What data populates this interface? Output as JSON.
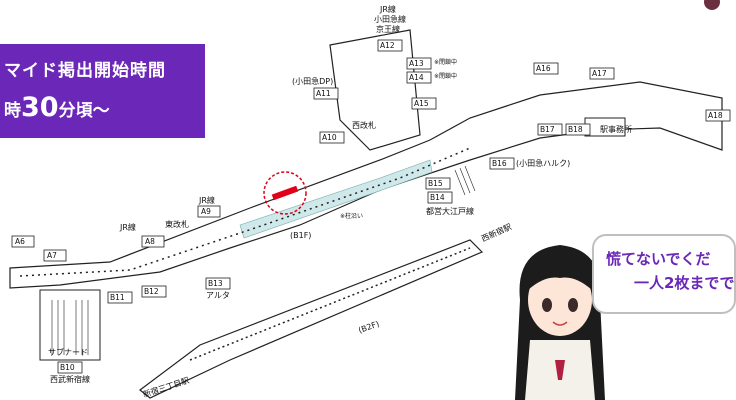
{
  "banner": {
    "line1": "マイド掲出開始時間",
    "line2_pre": "時",
    "line2_big": "30",
    "line2_post": "分頃〜"
  },
  "bubble": {
    "line1": "慌てないでくだ",
    "line2": "一人2枚までで"
  },
  "map": {
    "exits": [
      "A6",
      "A7",
      "A8",
      "A9",
      "A10",
      "A11",
      "A12",
      "A13",
      "A14",
      "A15",
      "A16",
      "A17",
      "A18",
      "B10",
      "B11",
      "B12",
      "B13",
      "B14",
      "B15",
      "B16",
      "B17",
      "B18"
    ],
    "labels": {
      "jr_top": "JR線",
      "odakyu_top": "小田急線",
      "keio_top": "京王線",
      "odakyu_dp": "(小田急DP)",
      "west_gate": "西改札",
      "east_gate": "東改札",
      "jr_a9": "JR線",
      "jr_left": "JR線",
      "b1f": "(B1F)",
      "b2f": "(B2F)",
      "shinjuku_nishiguchi": "西新宿駅",
      "shinjuku_sanchome": "新宿三丁目駅",
      "toei_oedo": "都営大江戸線",
      "odakyu_halc": "(小田急ハルク)",
      "station_office": "駅事務所",
      "subnade": "サブナード",
      "seibu": "西武新宿線",
      "alta": "アルタ",
      "closed": "※閉鎖中",
      "pillar": "※柱沿い"
    }
  }
}
